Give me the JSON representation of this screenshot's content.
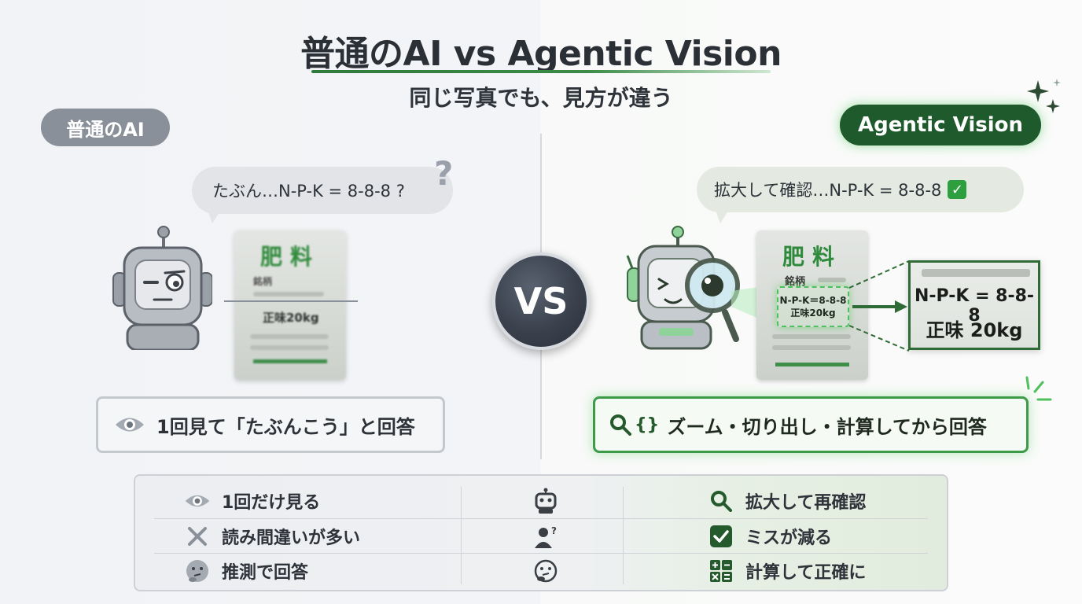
{
  "header": {
    "title": "普通のAI vs Agentic Vision",
    "subtitle": "同じ写真でも、見方が違う"
  },
  "left": {
    "label": "普通のAI",
    "bubble": "たぶん…N-P-K = 8-8-8 ?",
    "question_mark": "?",
    "caption": "1回見て「たぶんこう」と回答"
  },
  "right": {
    "label": "Agentic Vision",
    "bubble": "拡大して確認…N-P-K = 8-8-8",
    "caption": "ズーム・切り出し・計算してから回答",
    "caption_braces": "{}"
  },
  "bag": {
    "title": "肥料",
    "brand": "銘柄",
    "npk": "N-P-K＝8-8-8",
    "weight": "正味20kg"
  },
  "zoom": {
    "line1": "N-P-K = 8-8-8",
    "line2": "正味 20kg"
  },
  "vs": "VS",
  "comparison": {
    "rows": [
      {
        "left": "1回だけ見る",
        "left_icon": "eye-icon",
        "mid_icon": "robot-icon",
        "right": "拡大して再確認",
        "right_icon": "magnifier-icon"
      },
      {
        "left": "読み間違いが多い",
        "left_icon": "x-icon",
        "mid_icon": "person-question-icon",
        "right": "ミスが減る",
        "right_icon": "check-icon"
      },
      {
        "left": "推測で回答",
        "left_icon": "thinking-face-icon",
        "mid_icon": "thinking-face-icon",
        "right": "計算して正確に",
        "right_icon": "calculator-icon"
      }
    ]
  },
  "colors": {
    "accent_green": "#2f7a3d",
    "gray_label": "#8a9099",
    "dark_green_label": "#1f5a2c"
  }
}
